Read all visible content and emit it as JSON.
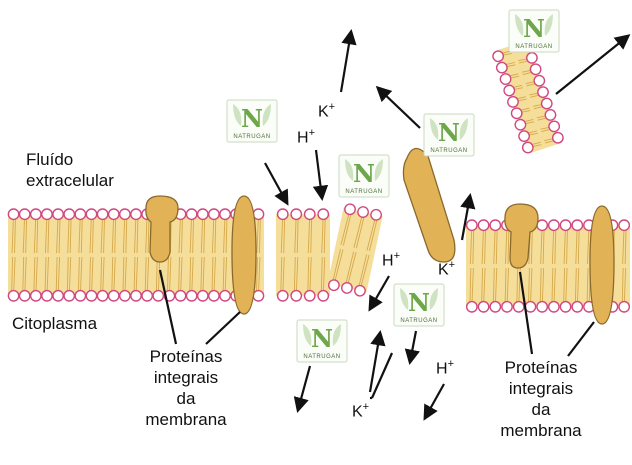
{
  "labels": {
    "extracellular_line1": "Fluído",
    "extracellular_line2": "extracelular",
    "cytoplasm": "Citoplasma",
    "proteins_left": [
      "Proteínas",
      "integrais",
      "da",
      "membrana"
    ],
    "proteins_right": [
      "Proteínas",
      "integrais",
      "da",
      "membrana"
    ]
  },
  "ions": [
    {
      "symbol": "K",
      "charge": "+"
    },
    {
      "symbol": "H",
      "charge": "+"
    },
    {
      "symbol": "H",
      "charge": "+"
    },
    {
      "symbol": "K",
      "charge": "+"
    },
    {
      "symbol": "K",
      "charge": "+"
    },
    {
      "symbol": "H",
      "charge": "+"
    }
  ],
  "logo": {
    "text": "NATRUGAN",
    "letter": "N"
  },
  "colors": {
    "lipid_head_fill": "#ffffff",
    "lipid_head_stroke": "#d1487f",
    "lipid_tail": "#e8c46a",
    "membrane_fill": "#f5dd9a",
    "protein_fill": "#e2b257",
    "protein_stroke": "#8a6a2c",
    "logo_green": "#6ea64a"
  }
}
